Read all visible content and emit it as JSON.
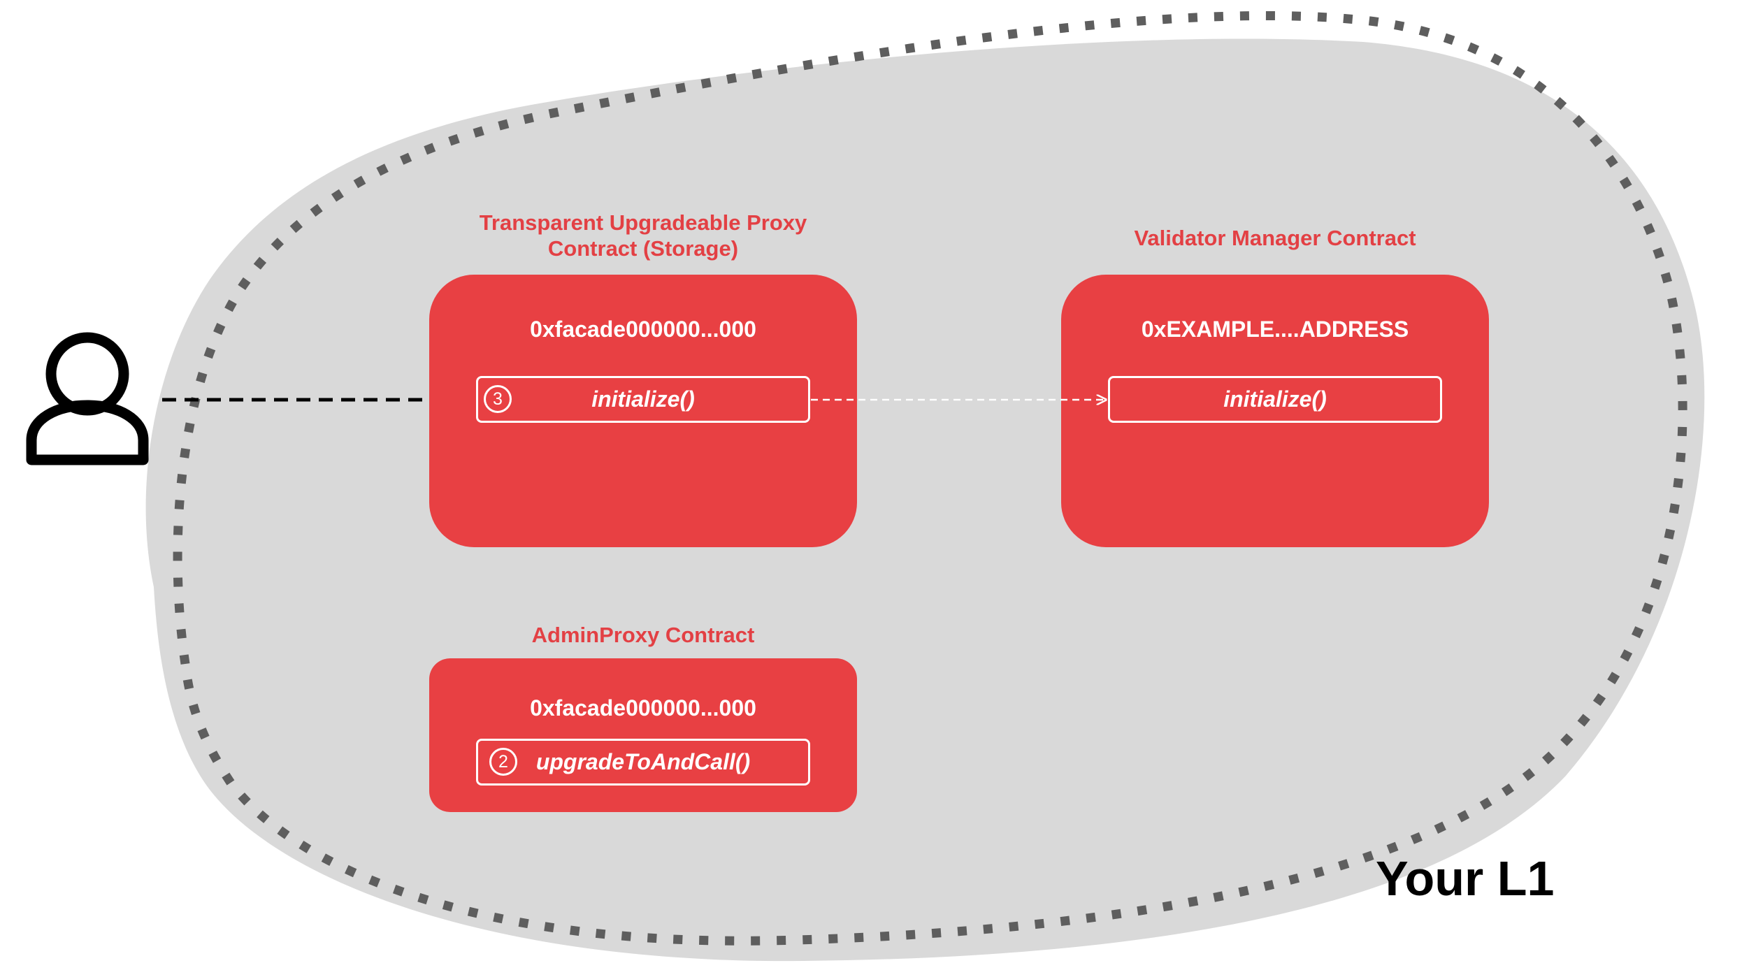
{
  "colors": {
    "region_fill": "#d9d9d9",
    "region_border": "#5e5e5e",
    "contract_fill": "#e84043",
    "title_red": "#e34044",
    "arrow_user": "#000000",
    "arrow_internal": "#ffffff"
  },
  "user": {
    "icon": "user-icon"
  },
  "proxy": {
    "title_line1": "Transparent Upgradeable Proxy",
    "title_line2": "Contract (Storage)",
    "address": "0xfacade000000...000",
    "function": {
      "step": "3",
      "label": "initialize()"
    }
  },
  "validator_manager": {
    "title": "Validator Manager Contract",
    "address": "0xEXAMPLE....ADDRESS",
    "function": {
      "label": "initialize()"
    }
  },
  "admin_proxy": {
    "title": "AdminProxy  Contract",
    "address": "0xfacade000000...000",
    "function": {
      "step": "2",
      "label": "upgradeToAndCall()"
    }
  },
  "region": {
    "label": "Your L1"
  }
}
